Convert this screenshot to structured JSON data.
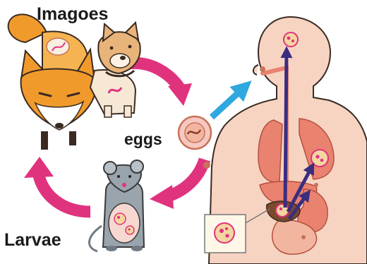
{
  "labels": {
    "imagoes": "Imagoes",
    "eggs": "eggs",
    "larvae": "Larvae"
  },
  "colors": {
    "cycle_arrow": "#e0337e",
    "ingestion_arrow": "#2fa7df",
    "migration_arrow": "#3b2d80",
    "body_skin": "#f7d4c2",
    "organ": "#e9826f",
    "cyst": "#f2b6a0",
    "fox_fur": "#f19a2c",
    "rodent_fur": "#9aa4ad"
  },
  "icons": {
    "fox": "fox-icon",
    "dog": "dog-icon",
    "egg": "egg-icon",
    "rodent": "rodent-icon",
    "human": "human-body-icon"
  }
}
